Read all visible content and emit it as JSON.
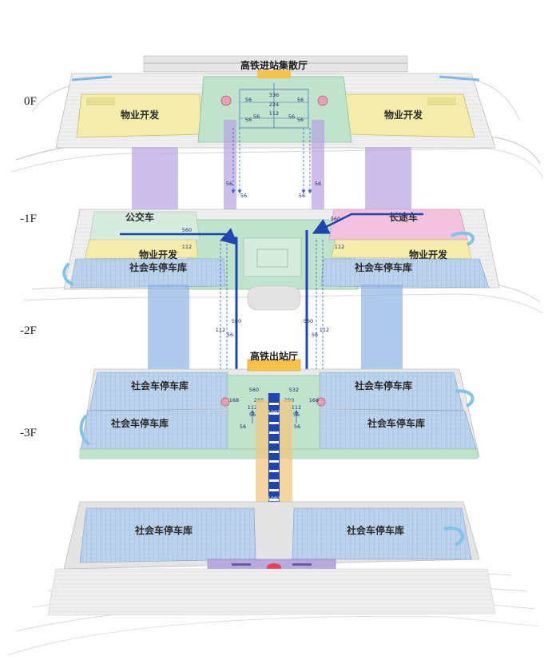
{
  "levels": [
    "0F",
    "-1F",
    "-2F",
    "-3F"
  ],
  "halls": {
    "departure": "高铁进站集散厅",
    "arrival": "高铁出站厅"
  },
  "zones": {
    "property_dev": "物业开发",
    "bus": "公交车",
    "coach": "长途车",
    "parking": "社会车停车库"
  },
  "flows_top": {
    "t336": "336",
    "t224": "224",
    "t112": "112",
    "t56": "56"
  },
  "flows_mid": {
    "t560": "560",
    "t112": "112",
    "t56": "56"
  },
  "flows_low": {
    "t560": "560",
    "t1092": "1092",
    "t532": "532",
    "t280": "280",
    "t168": "168",
    "t112": "112",
    "t56": "56"
  },
  "colors": {
    "main_flow": "#1f46b0",
    "secondary_flow": "#3b5bbf",
    "purple_shaft": "#b9a6e0",
    "blue_shaft": "#8fb3e2",
    "orange_shaft": "#f2c782",
    "green_floor": "#bfe3cc",
    "yellow_floor": "#f3ecaa",
    "pink_floor": "#f1c3de",
    "platform_purple": "#b8a9dd"
  }
}
